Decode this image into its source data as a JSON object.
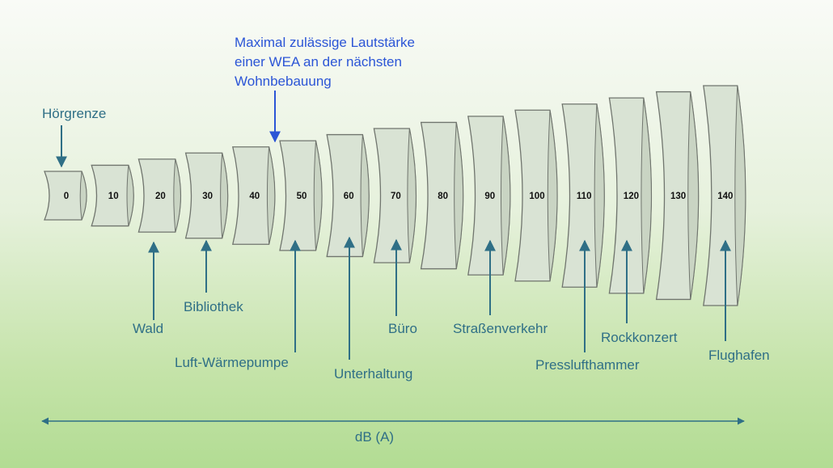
{
  "levels": [
    "0",
    "10",
    "20",
    "30",
    "40",
    "50",
    "60",
    "70",
    "80",
    "90",
    "100",
    "110",
    "120",
    "130",
    "140"
  ],
  "callouts": {
    "hoergrenze": "Hörgrenze",
    "wald": "Wald",
    "bibliothek": "Bibliothek",
    "waermepumpe": "Luft-Wärmepumpe",
    "unterhaltung": "Unterhaltung",
    "buero": "Büro",
    "strassenverkehr": "Straßenverkehr",
    "presslufthammer": "Presslufthammer",
    "rockkonzert": "Rockkonzert",
    "flughafen": "Flughafen"
  },
  "wea_limit": {
    "line1": "Maximal zulässige Lautstärke",
    "line2": "einer WEA an der nächsten",
    "line3": "Wohnbebauung"
  },
  "axis": {
    "label": "dB (A)"
  },
  "colors": {
    "segment_fill": "#d9e3d4",
    "segment_stroke": "#70756e",
    "arrow": "#2f6f86",
    "highlight": "#2b55d6"
  }
}
